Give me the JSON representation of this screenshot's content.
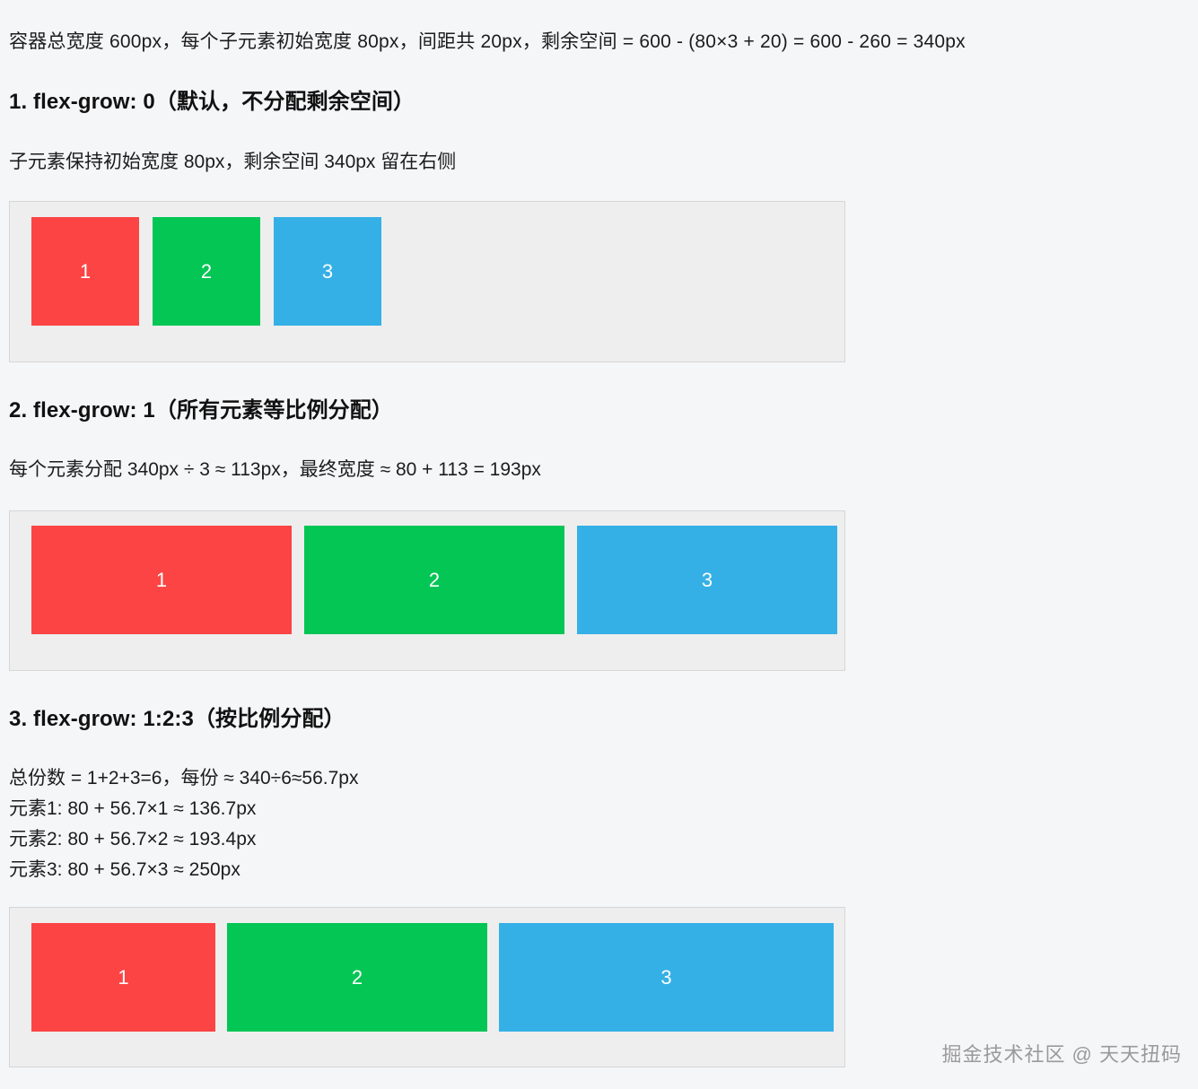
{
  "intro": {
    "text": "容器总宽度 600px，每个子元素初始宽度 80px，间距共 20px，剩余空间 = 600 - (80×3 + 20) = 600 - 260 = 340px"
  },
  "sections": [
    {
      "title": "1. flex-grow: 0（默认，不分配剩余空间）",
      "description": "子元素保持初始宽度 80px，剩余空间 340px 留在右侧",
      "boxes": [
        {
          "label": "1",
          "color": "#fc4444"
        },
        {
          "label": "2",
          "color": "#03c655"
        },
        {
          "label": "3",
          "color": "#35b0e6"
        }
      ]
    },
    {
      "title": "2. flex-grow: 1（所有元素等比例分配）",
      "description": "每个元素分配 340px ÷ 3 ≈ 113px，最终宽度 ≈ 80 + 113 = 193px",
      "boxes": [
        {
          "label": "1",
          "color": "#fc4444"
        },
        {
          "label": "2",
          "color": "#03c655"
        },
        {
          "label": "3",
          "color": "#35b0e6"
        }
      ]
    },
    {
      "title": "3. flex-grow: 1:2:3（按比例分配）",
      "description_lines": [
        "总份数 = 1+2+3=6，每份 ≈ 340÷6≈56.7px",
        "元素1: 80 + 56.7×1 ≈ 136.7px",
        "元素2: 80 + 56.7×2 ≈ 193.4px",
        "元素3: 80 + 56.7×3 ≈ 250px"
      ],
      "boxes": [
        {
          "label": "1",
          "color": "#fc4444"
        },
        {
          "label": "2",
          "color": "#03c655"
        },
        {
          "label": "3",
          "color": "#35b0e6"
        }
      ]
    }
  ],
  "watermark": {
    "text": "掘金技术社区 @ 天天扭码"
  },
  "colors": {
    "page_background": "#f5f6f8",
    "demo_background": "#eeeeee",
    "demo_border": "#d6d6d6",
    "red": "#fc4444",
    "green": "#03c655",
    "blue": "#35b0e6",
    "text": "#1c1c1c"
  }
}
